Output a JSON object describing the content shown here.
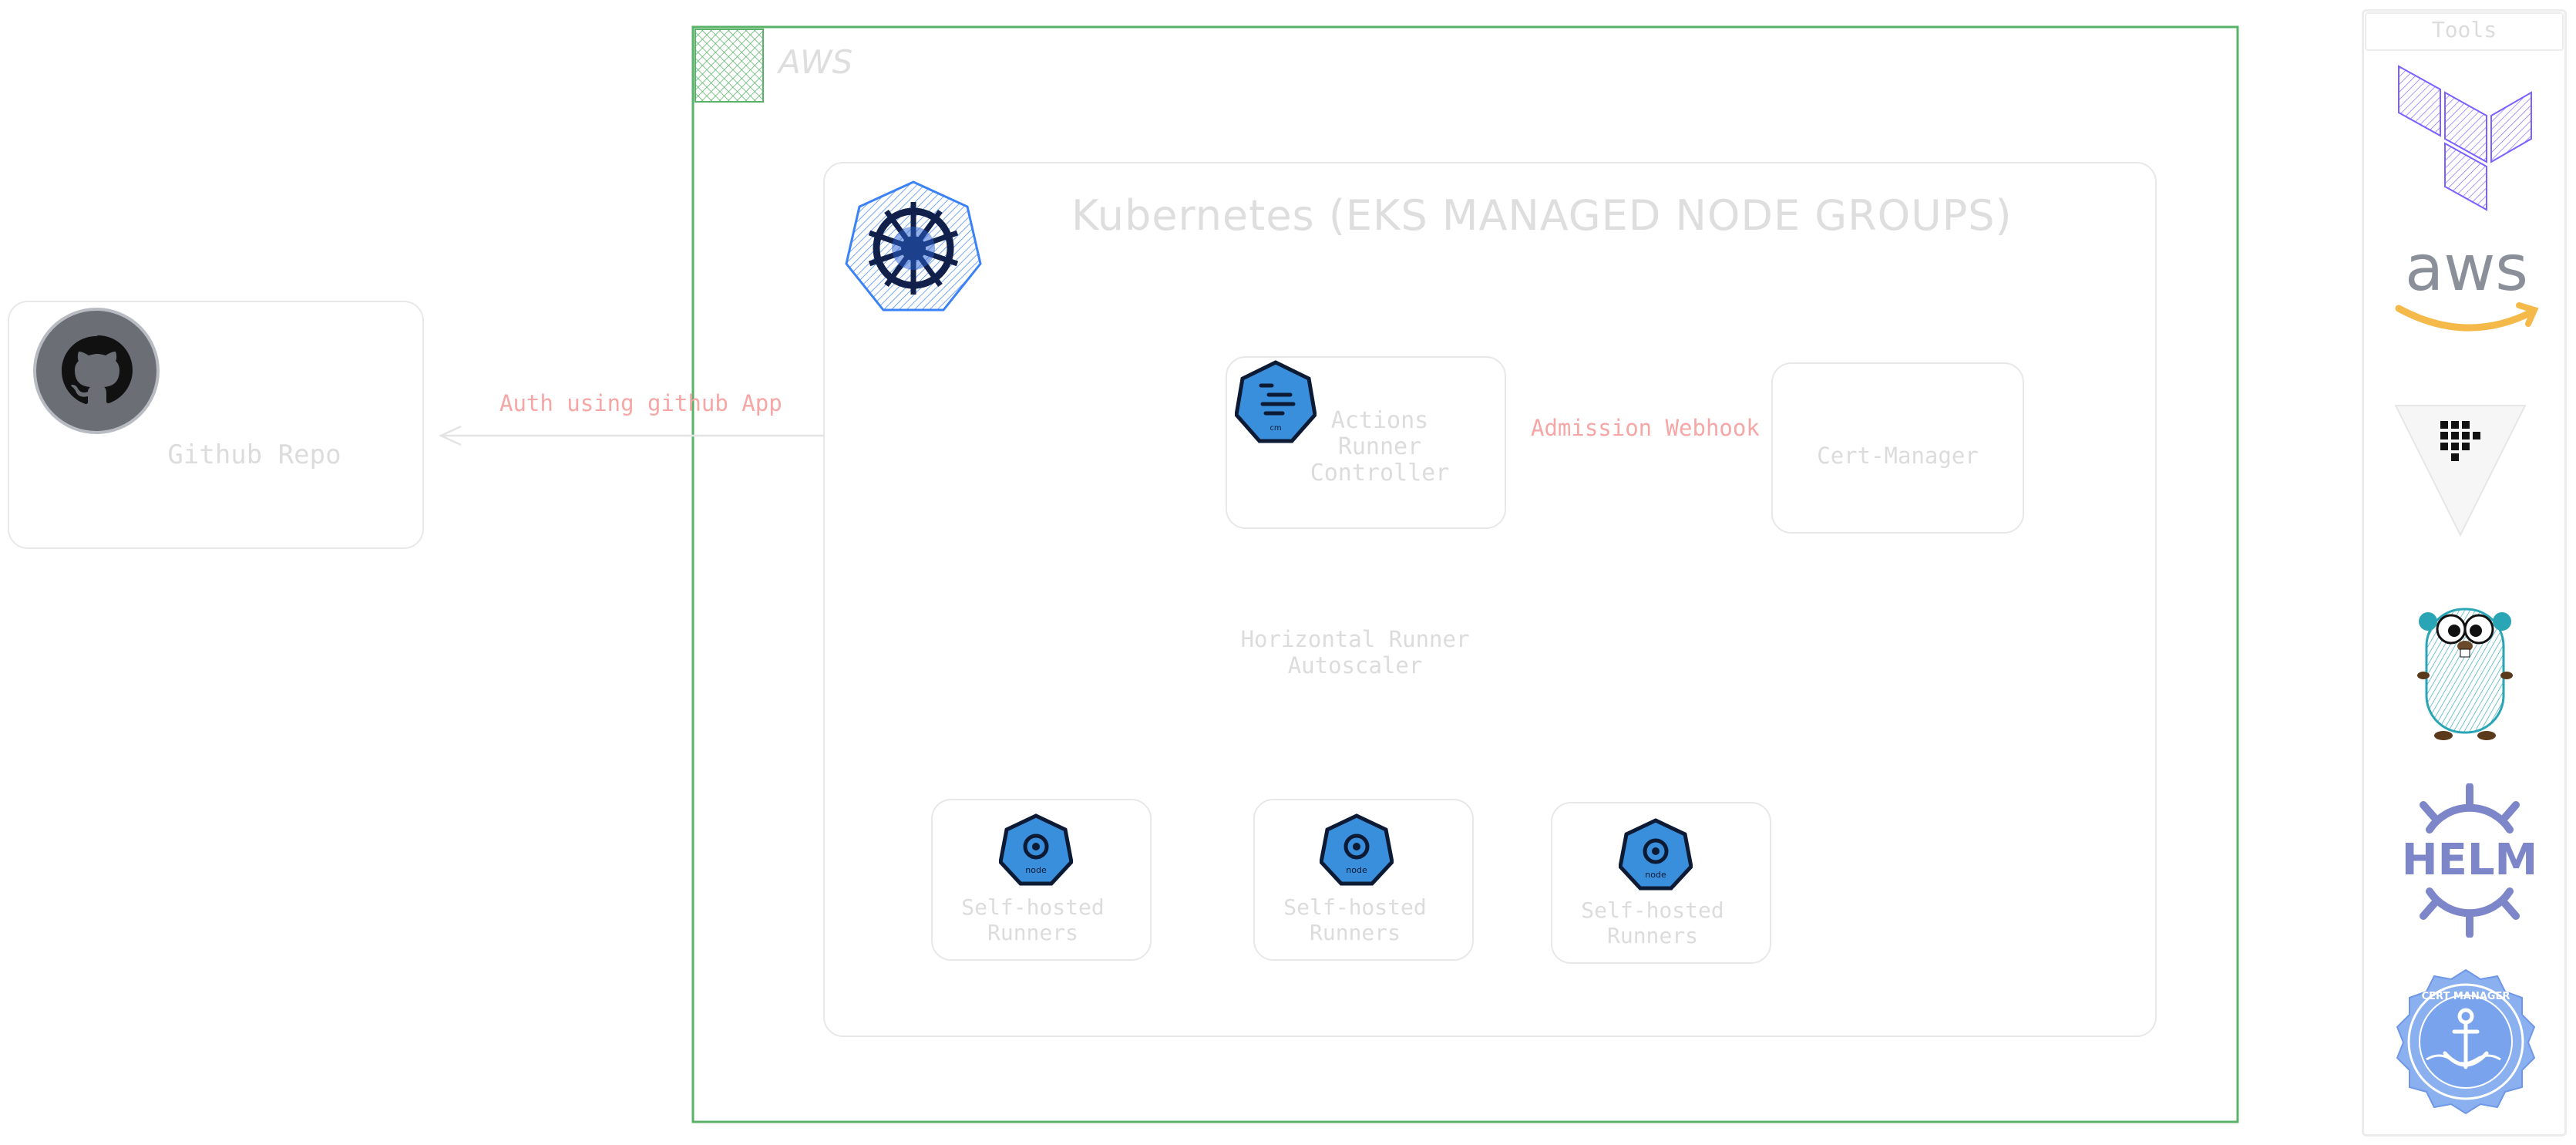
{
  "cloud": {
    "label": "AWS"
  },
  "github": {
    "label": "Github Repo"
  },
  "kubernetes": {
    "title": "Kubernetes (EKS MANAGED NODE GROUPS)"
  },
  "controller": {
    "line1": "Actions",
    "line2": "Runner",
    "line3": "Controller"
  },
  "cert_manager": {
    "label": "Cert-Manager"
  },
  "edges": {
    "auth": "Auth using github App",
    "webhook": "Admission Webhook",
    "hra_line1": "Horizontal Runner",
    "hra_line2": "Autoscaler"
  },
  "runners": [
    {
      "line1": "Self-hosted",
      "line2": "Runners"
    },
    {
      "line1": "Self-hosted",
      "line2": "Runners"
    },
    {
      "line1": "Self-hosted",
      "line2": "Runners"
    }
  ],
  "tools": {
    "header": "Tools",
    "aws_logo_text": "aws",
    "helm_logo_text": "HELM",
    "cert_badge_text": "CERT MANAGER",
    "items": [
      "terraform-icon",
      "aws-icon",
      "flux-icon",
      "go-gopher-icon",
      "helm-icon",
      "cert-manager-icon"
    ]
  },
  "node_badge_text": "node",
  "colors": {
    "aws_frame": "#58b368",
    "runner_group": "#e8a26a",
    "annotation": "#f7a6a6",
    "k8s_blue": "#3b82f6",
    "badge_blue": "#3a8fdc"
  }
}
